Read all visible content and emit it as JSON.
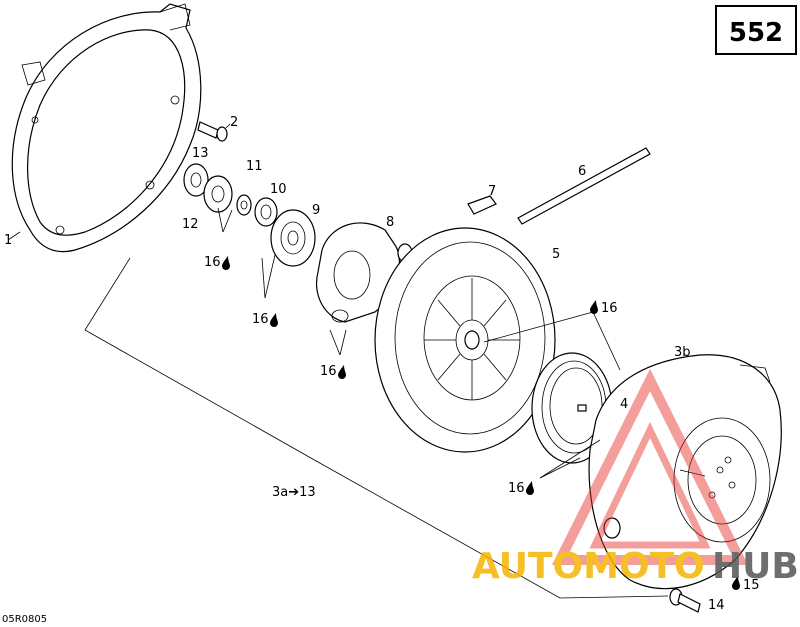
{
  "page_number": "552",
  "reference_code": "05R0805",
  "callouts": {
    "c1": "1",
    "c2": "2",
    "c3a": "3a➔13",
    "c3b": "3b",
    "c4": "4",
    "c5": "5",
    "c6": "6",
    "c7": "7",
    "c8": "8",
    "c9": "9",
    "c10": "10",
    "c11": "11",
    "c12": "12",
    "c13": "13",
    "c14": "14",
    "c15": "15",
    "c16": "16"
  },
  "watermark": {
    "brand_left": "AUTOMOTO",
    "brand_right": "HUB",
    "color_left": "#f5b400",
    "color_right": "#555555",
    "triangle_color": "#e8302a"
  }
}
